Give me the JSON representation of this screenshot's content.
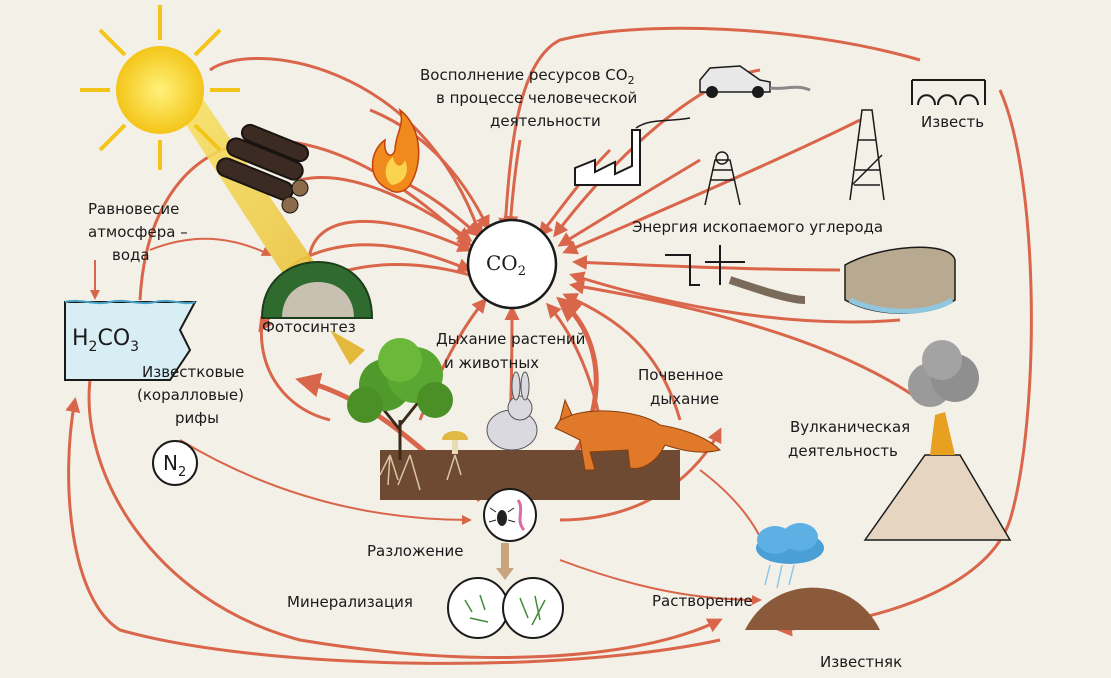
{
  "center": {
    "formula": "CO2",
    "base": "CO",
    "sub": "2"
  },
  "labels": {
    "human_resupply": [
      "Восполнение ресурсов CO",
      "в процессе человеческой",
      "деятельности"
    ],
    "human_resupply_sub": "2",
    "lime": "Известь",
    "fossil_energy": "Энергия ископаемого углерода",
    "equilibrium": [
      "Равновесие",
      "атмосфера –",
      "вода"
    ],
    "photosynthesis": "Фотосинтез",
    "respiration": [
      "Дыхание растений",
      "и животных"
    ],
    "soil_respiration": [
      "Почвенное",
      "дыхание"
    ],
    "reefs": [
      "Известковые",
      "(коралловые)",
      "рифы"
    ],
    "volcanic": [
      "Вулканическая",
      "деятельность"
    ],
    "decomposition": "Разложение",
    "mineralization": "Минерализация",
    "dissolution": "Растворение",
    "limestone": "Известняк"
  },
  "formulas": {
    "carbonic_acid": {
      "h": "H",
      "h_sub": "2",
      "co": "CO",
      "co_sub": "3"
    },
    "nitrogen": {
      "n": "N",
      "n_sub": "2"
    }
  },
  "colors": {
    "arrow": "#d9664a",
    "sun": "#f6d428",
    "soil": "#7a4a2e",
    "water": "#9fd3e6"
  }
}
